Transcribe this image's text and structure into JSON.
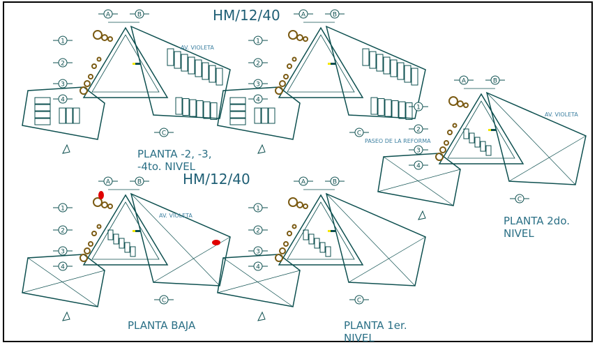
{
  "sheet_codes": [
    "HM/12/40",
    "HM/12/40"
  ],
  "plans": [
    {
      "id": "sotanos",
      "title_line1": "PLANTA -2, -3,",
      "title_line2": "-4to. NIVEL"
    },
    {
      "id": "primer",
      "title_line1": "PLANTA 1er.",
      "title_line2": "NIVEL"
    },
    {
      "id": "segundo",
      "title_line1": "PLANTA 2do.",
      "title_line2": "NIVEL"
    },
    {
      "id": "baja",
      "title_line1": "PLANTA BAJA",
      "title_line2": ""
    }
  ],
  "streets": {
    "violeta": "AV. VIOLETA",
    "reforma": "PASEO DE LA REFORMA"
  },
  "grid_axes": [
    "A",
    "B",
    "1",
    "2",
    "3",
    "4",
    "C"
  ],
  "colors": {
    "line": "#0d4f4f",
    "text": "#2a6f85",
    "tree": "#7a5a12",
    "highlight": "#e00000",
    "marker": "#f2e600"
  }
}
